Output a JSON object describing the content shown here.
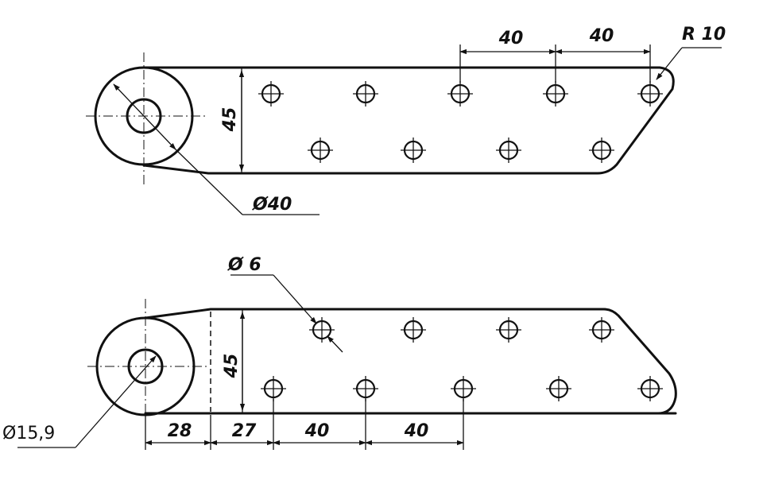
{
  "dimensions": {
    "top_spacing_1": "40",
    "top_spacing_2": "40",
    "top_corner_radius": "R 10",
    "top_height": "45",
    "top_boss_diameter": "Ø40",
    "bottom_hole_diameter": "Ø 6",
    "bottom_height": "45",
    "bottom_bore_diameter": "Ø15,9",
    "bottom_chain_1": "28",
    "bottom_chain_2": "27",
    "bottom_chain_3": "40",
    "bottom_chain_4": "40"
  }
}
